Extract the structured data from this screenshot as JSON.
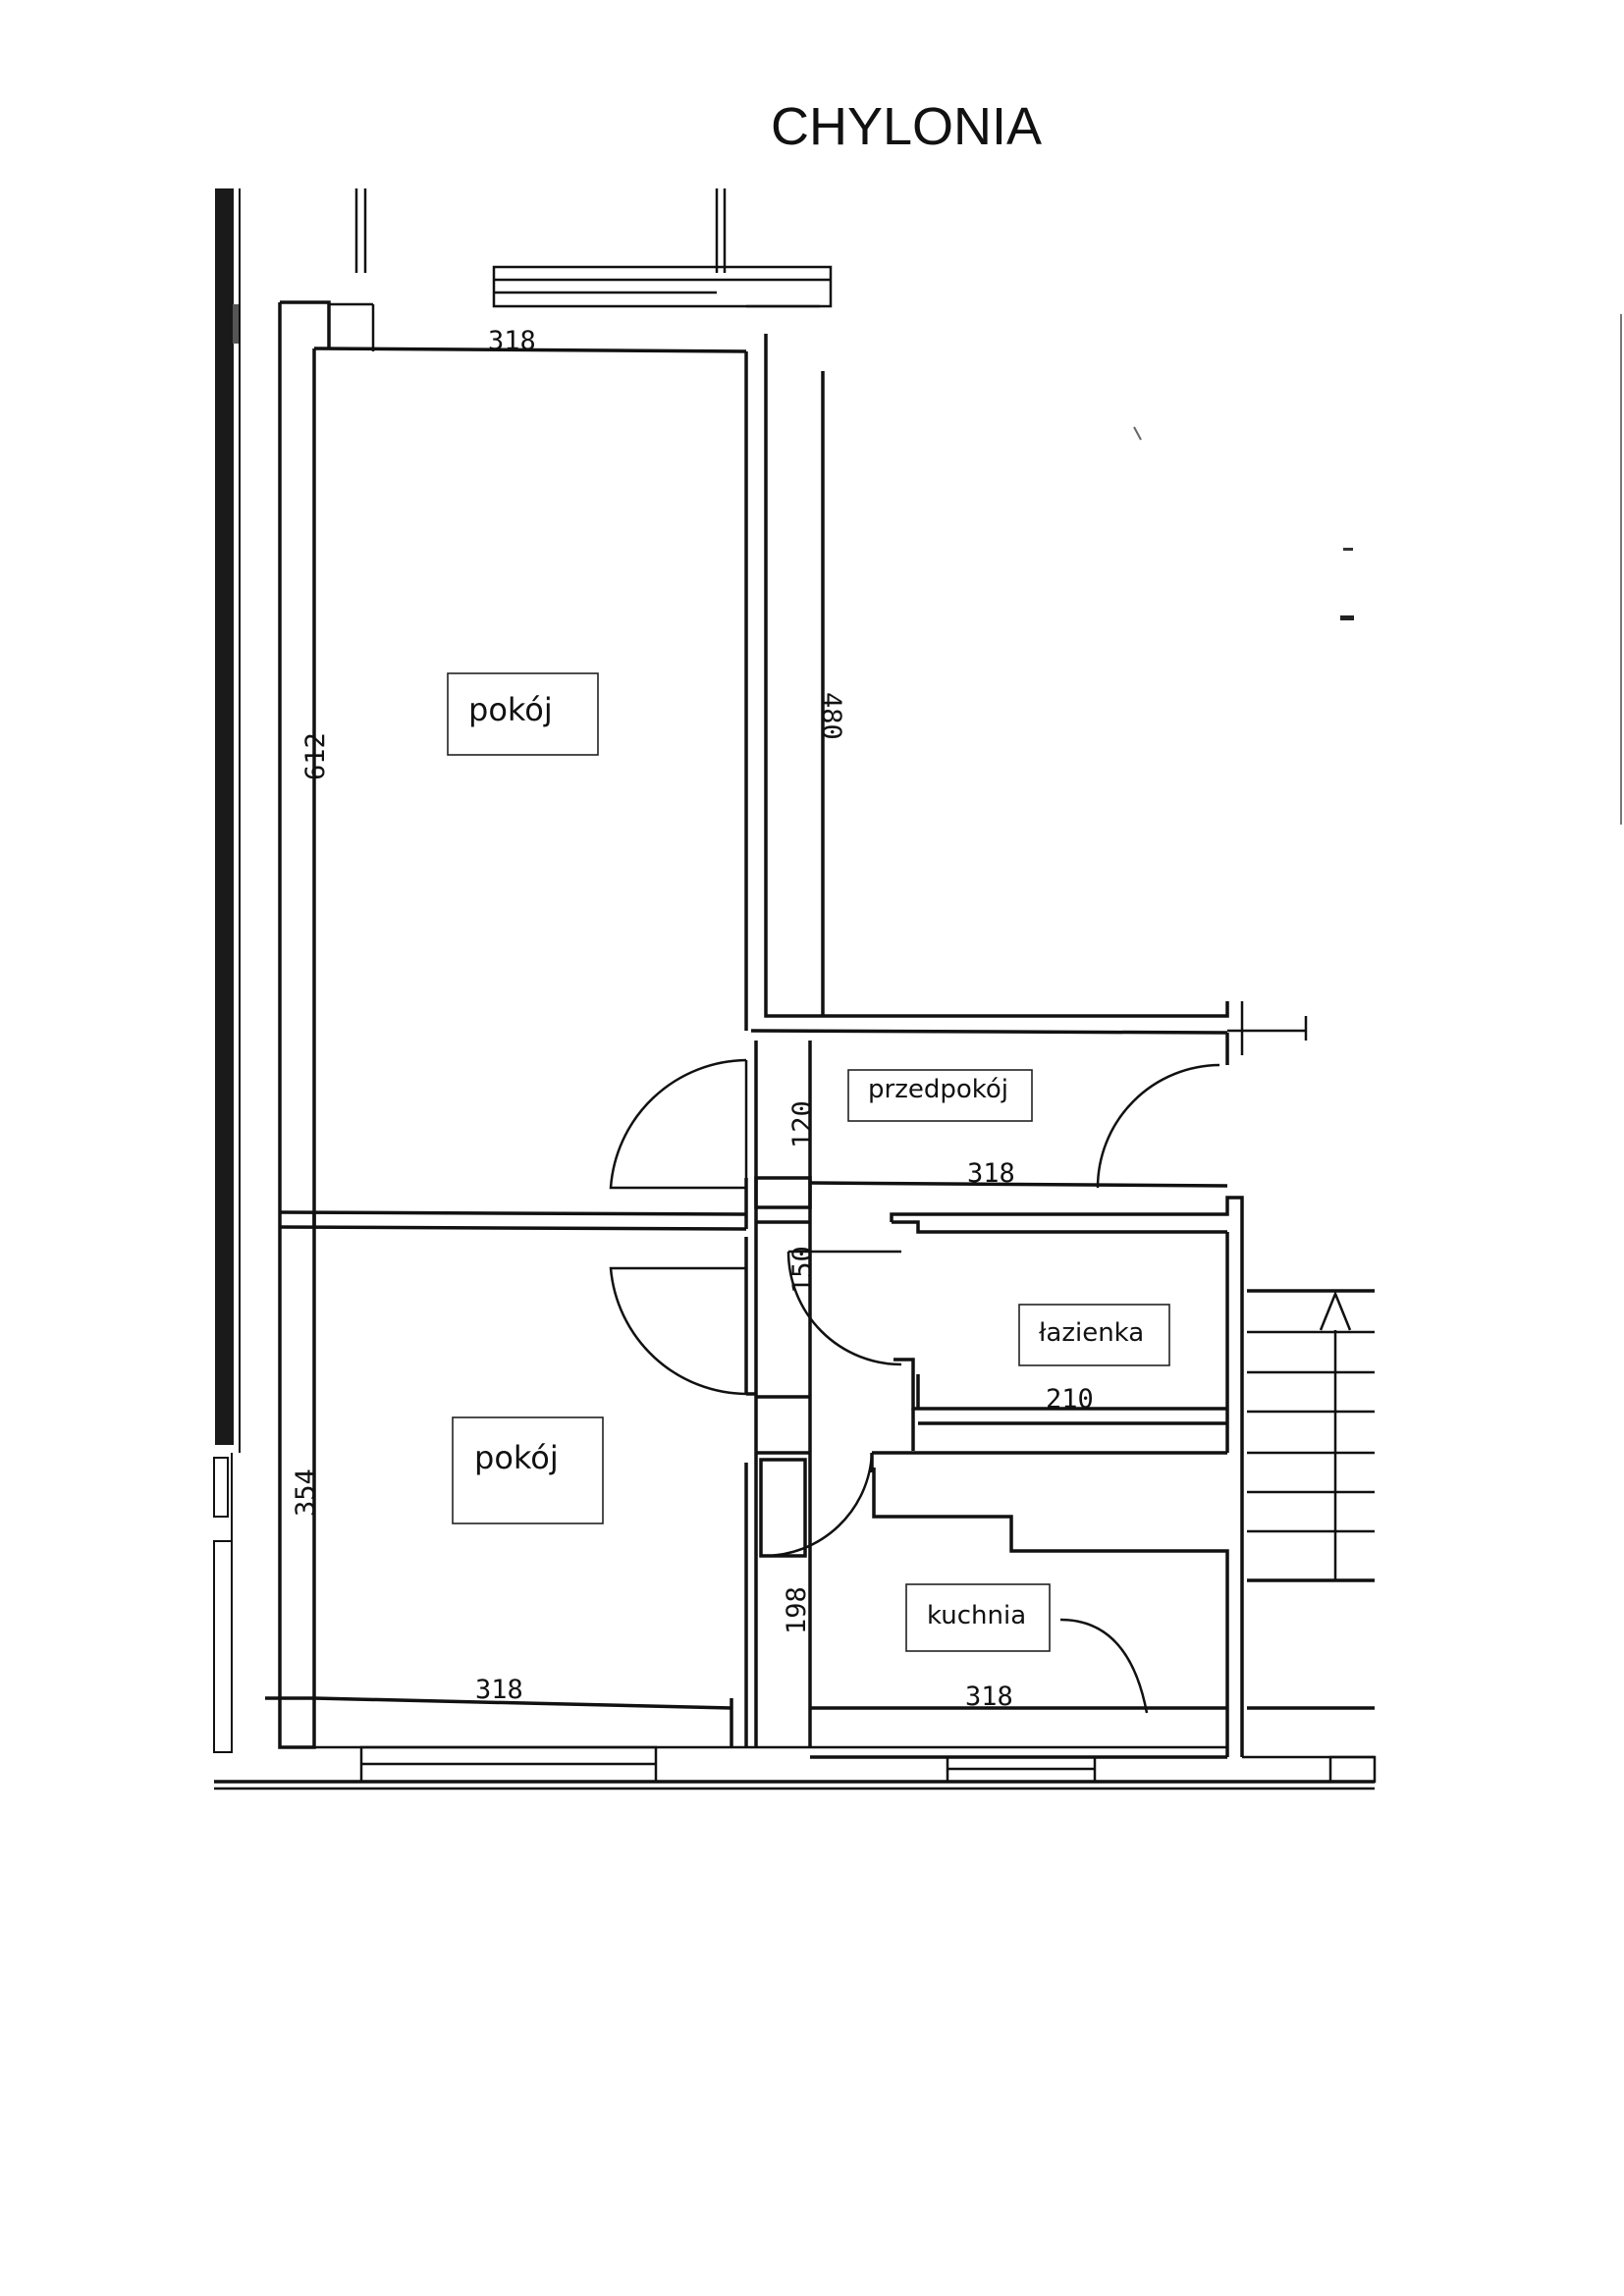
{
  "title": "CHYLONIA",
  "rooms": {
    "pokoj_top": "pokój",
    "pokoj_bottom": "pokój",
    "przedpokoj": "przedpokój",
    "lazienka": "łazienka",
    "kuchnia": "kuchnia"
  },
  "dimensions": {
    "top_width": "318",
    "left_height_top": "612",
    "inner_height_top": "480",
    "hall_height": "120",
    "hall_width": "318",
    "corridor_height": "150",
    "bath_width": "210",
    "left_height_bottom": "354",
    "bottom_width_left": "318",
    "kitchen_height": "198",
    "kitchen_width": "318"
  }
}
